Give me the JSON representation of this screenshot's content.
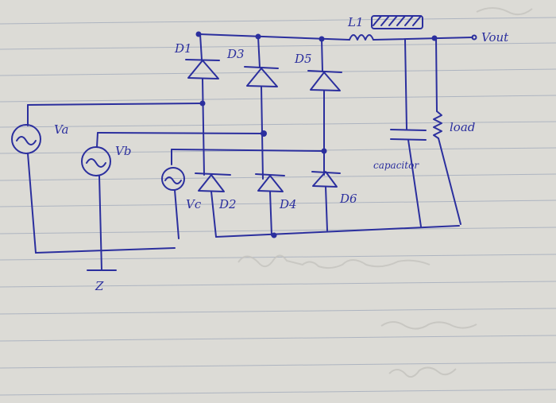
{
  "colors": {
    "paper": "#dcdbd6",
    "rule": "#9aa4b8",
    "ink": "#2b2f9e",
    "ghost": "#c4c3be"
  },
  "labels": {
    "d1": "D1",
    "d2": "D2",
    "d3": "D3",
    "d4": "D4",
    "d5": "D5",
    "d6": "D6",
    "l1": "L1",
    "vout": "Vout",
    "va": "Va",
    "vb": "Vb",
    "vc": "Vc",
    "ground": "Z",
    "capacitor": "capacitor",
    "load": "load"
  }
}
